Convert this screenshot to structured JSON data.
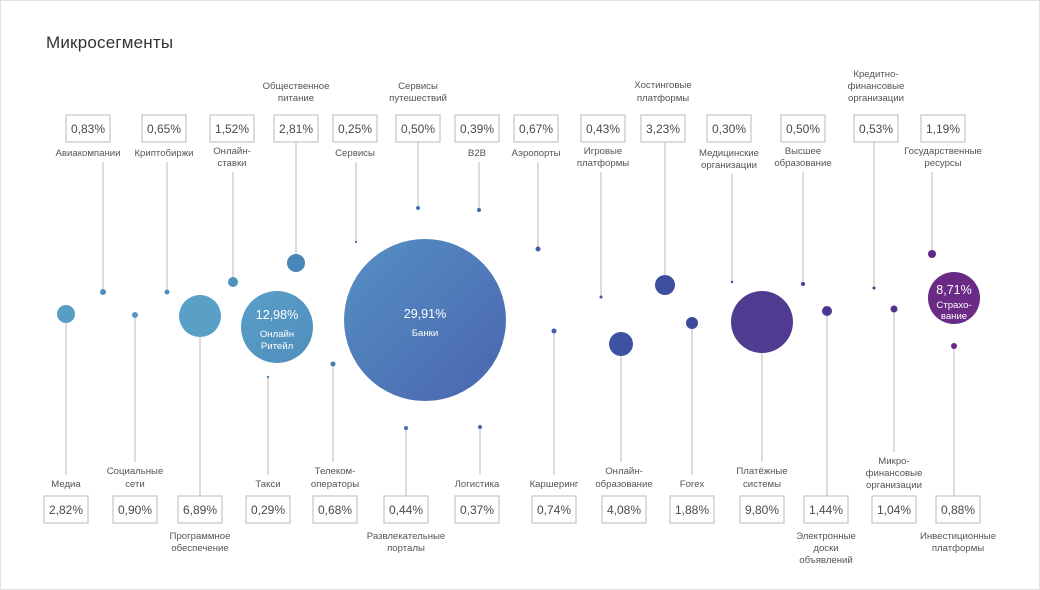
{
  "title": "Микросегменты",
  "chart_data": {
    "type": "bubble",
    "title": "Микросегменты",
    "unit": "%",
    "points": [
      {
        "name": "Авиакомпании",
        "label": "0,83%",
        "value": 0.83,
        "color": "#4f8fbe"
      },
      {
        "name": "Медиа",
        "label": "2,82%",
        "value": 2.82,
        "color": "#579ec4"
      },
      {
        "name": "Социальные сети",
        "label": "0,90%",
        "value": 0.9,
        "color": "#5296c1"
      },
      {
        "name": "Криптобиржи",
        "label": "0,65%",
        "value": 0.65,
        "color": "#4f8fbe"
      },
      {
        "name": "Программное обеспечение",
        "label": "6,89%",
        "value": 6.89,
        "color": "#5a9fc5"
      },
      {
        "name": "Онлайн-ставки",
        "label": "1,52%",
        "value": 1.52,
        "color": "#4f91be"
      },
      {
        "name": "Онлайн Ритейл",
        "label": "12,98%",
        "value": 12.98,
        "color": "#5597c2"
      },
      {
        "name": "Такси",
        "label": "0,29%",
        "value": 0.29,
        "color": "#4a86b8"
      },
      {
        "name": "Общественное питание",
        "label": "2,81%",
        "value": 2.81,
        "color": "#4a87b9"
      },
      {
        "name": "Сервисы",
        "label": "0,25%",
        "value": 0.25,
        "color": "#4a80b6"
      },
      {
        "name": "Телеком-операторы",
        "label": "0,68%",
        "value": 0.68,
        "color": "#477bb3"
      },
      {
        "name": "Сервисы путешествий",
        "label": "0,50%",
        "value": 0.5,
        "color": "#4772b0"
      },
      {
        "name": "Развлекательные порталы",
        "label": "0,44%",
        "value": 0.44,
        "color": "#456eae"
      },
      {
        "name": "Банки",
        "label": "29,91%",
        "value": 29.91,
        "color": "#4f7dba"
      },
      {
        "name": "B2B",
        "label": "0,39%",
        "value": 0.39,
        "color": "#4467ab"
      },
      {
        "name": "Логистика",
        "label": "0,37%",
        "value": 0.37,
        "color": "#4264a9"
      },
      {
        "name": "Аэропорты",
        "label": "0,67%",
        "value": 0.67,
        "color": "#4260a8"
      },
      {
        "name": "Каршеринг",
        "label": "0,74%",
        "value": 0.74,
        "color": "#405ca6"
      },
      {
        "name": "Игровые платформы",
        "label": "0,43%",
        "value": 0.43,
        "color": "#3f57a3"
      },
      {
        "name": "Онлайн-образование",
        "label": "4,08%",
        "value": 4.08,
        "color": "#3f52a1"
      },
      {
        "name": "Хостинговые платформы",
        "label": "3,23%",
        "value": 3.23,
        "color": "#3f4d9f"
      },
      {
        "name": "Forex",
        "label": "1,88%",
        "value": 1.88,
        "color": "#3f489c"
      },
      {
        "name": "Медицинские организации",
        "label": "0,30%",
        "value": 0.3,
        "color": "#433f95"
      },
      {
        "name": "Платёжные системы",
        "label": "9,80%",
        "value": 9.8,
        "color": "#4f3b8f"
      },
      {
        "name": "Высшее образование",
        "label": "0,50%",
        "value": 0.5,
        "color": "#4a3a90"
      },
      {
        "name": "Электронные доски объявлений",
        "label": "1,44%",
        "value": 1.44,
        "color": "#4e378e"
      },
      {
        "name": "Кредитно-финансовые организации",
        "label": "0,53%",
        "value": 0.53,
        "color": "#51348c"
      },
      {
        "name": "Микро-финансовые организации",
        "label": "1,04%",
        "value": 1.04,
        "color": "#56318a"
      },
      {
        "name": "Государственные ресурсы",
        "label": "1,19%",
        "value": 1.19,
        "color": "#612a86"
      },
      {
        "name": "Страхование",
        "label": "8,71%",
        "value": 8.71,
        "color": "#6a2a85"
      },
      {
        "name": "Инвестиционные платформы",
        "label": "0,88%",
        "value": 0.88,
        "color": "#6a2a85"
      }
    ]
  }
}
